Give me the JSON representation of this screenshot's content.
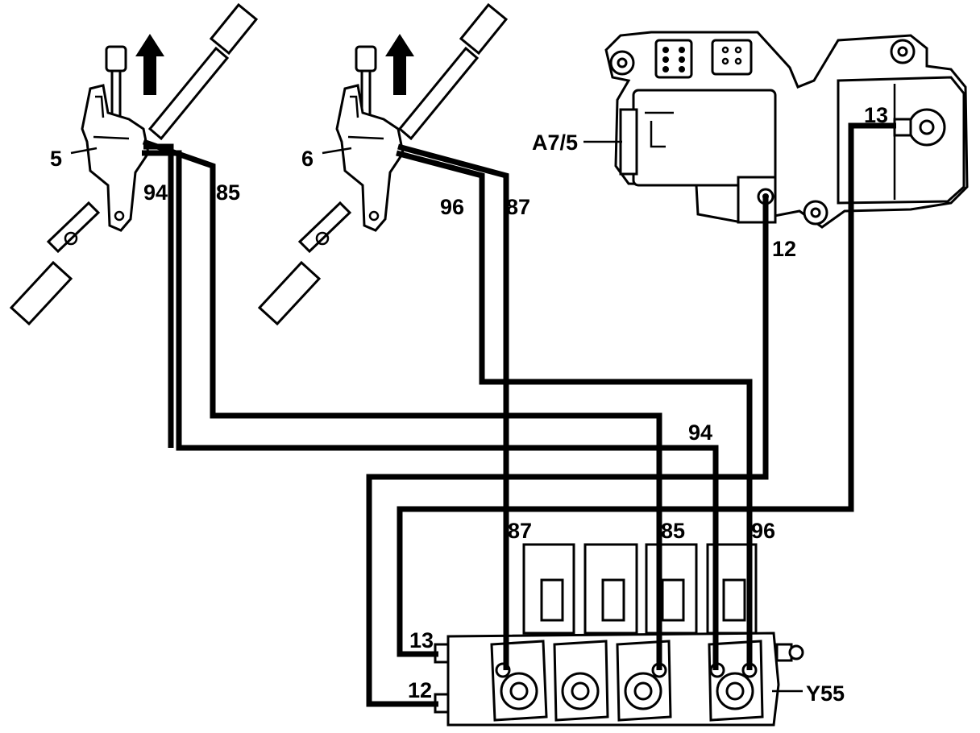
{
  "labels": {
    "switch_5": "5",
    "switch_6": "6",
    "actuator": "A7/5",
    "block": "Y55",
    "line_94_top": "94",
    "line_85_top": "85",
    "line_96_top": "96",
    "line_87_top": "87",
    "line_12_actuator": "12",
    "line_13_actuator": "13",
    "line_94_mid": "94",
    "line_87_block": "87",
    "line_85_block": "85",
    "line_96_block": "96",
    "line_13_block": "13",
    "line_12_block": "12"
  }
}
